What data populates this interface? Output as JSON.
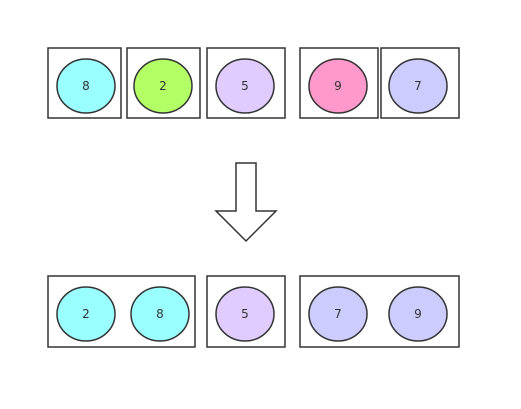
{
  "before": {
    "boxes": [
      {
        "balls": [
          {
            "label": "8",
            "color": "#99ffff"
          }
        ]
      },
      {
        "balls": [
          {
            "label": "2",
            "color": "#b3ff66"
          }
        ]
      },
      {
        "balls": [
          {
            "label": "5",
            "color": "#e0ccff"
          }
        ]
      },
      {
        "balls": [
          {
            "label": "9",
            "color": "#ff99cc"
          }
        ]
      },
      {
        "balls": [
          {
            "label": "7",
            "color": "#ccccff"
          }
        ]
      }
    ]
  },
  "after": {
    "boxes": [
      {
        "balls": [
          {
            "label": "2",
            "color": "#99ffff"
          },
          {
            "label": "8",
            "color": "#99ffff"
          }
        ]
      },
      {
        "balls": [
          {
            "label": "5",
            "color": "#e0ccff"
          }
        ]
      },
      {
        "balls": [
          {
            "label": "7",
            "color": "#ccccff"
          },
          {
            "label": "9",
            "color": "#ccccff"
          }
        ]
      }
    ]
  },
  "arrow": {
    "direction": "down"
  }
}
